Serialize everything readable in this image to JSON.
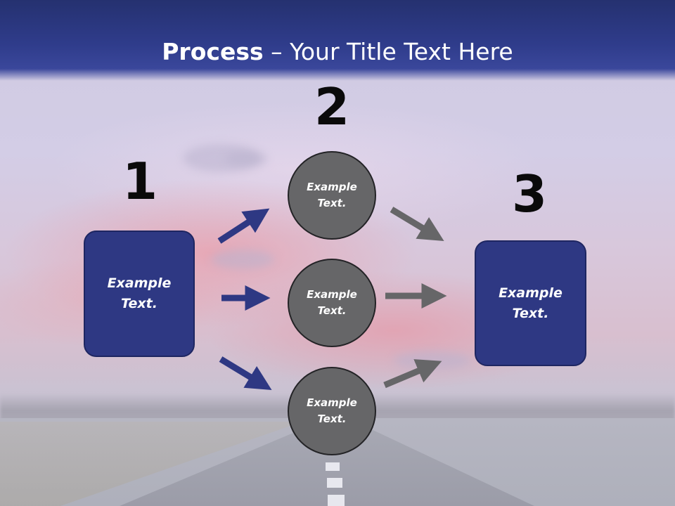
{
  "title": {
    "bold": "Process",
    "rest": " – Your Title Text Here"
  },
  "steps": {
    "step1": "1",
    "step2": "2",
    "step3": "3"
  },
  "nodes": {
    "left_box": "Example\nText.",
    "circle_top": "Example\nText.",
    "circle_middle": "Example\nText.",
    "circle_bottom": "Example\nText.",
    "right_box": "Example\nText."
  },
  "colors": {
    "header": "#2f3c8b",
    "box_fill": "#2e3883",
    "circle_fill": "#666668",
    "arrow_blue": "#2e3883",
    "arrow_gray": "#666668"
  }
}
